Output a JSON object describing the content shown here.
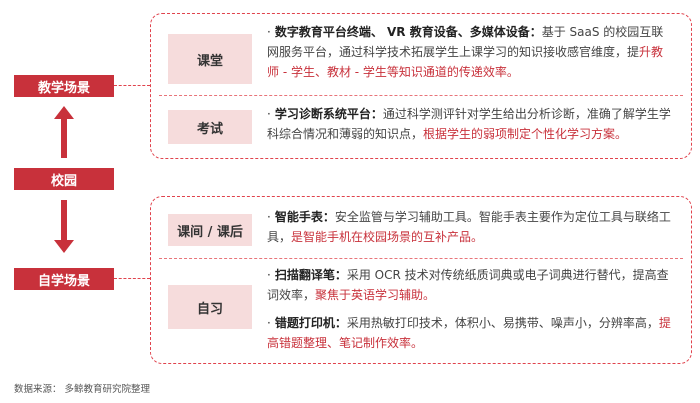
{
  "left_column": {
    "top_label": "教学场景",
    "middle_label": "校园",
    "bottom_label": "自学场景"
  },
  "top_panel": {
    "category_1": "课堂",
    "item_1": {
      "bullet": "·",
      "keyword": "数字教育平台终端、 VR 教育设备、多媒体设备：",
      "text": "基于 SaaS 的校园互联网服务平台，通过科学技术拓展学生上课学习的知识接收感官维度，提",
      "highlight": "升教师 - 学生、教材 - 学生等知识通道的传递效率。"
    },
    "category_2": "考试",
    "item_2": {
      "bullet": "·",
      "keyword": "学习诊断系统平台：",
      "text": "通过科学测评针对学生给出分析诊断，准确了解学生学科综合情况和薄弱的知识点，",
      "highlight": "根据学生的弱项制定个性化学习方案。"
    }
  },
  "bottom_panel": {
    "category_1": "课间 / 课后",
    "item_1": {
      "bullet": "·",
      "keyword": "智能手表：",
      "text": "安全监管与学习辅助工具。智能手表主要作为定位工具与联络工具，",
      "highlight": "是智能手机在校园场景的互补产品。"
    },
    "category_2": "自习",
    "item_2": {
      "bullet": "·",
      "keyword": "扫描翻译笔：",
      "text": "采用 OCR 技术对传统纸质词典或电子词典进行替代，提高查词效率，",
      "highlight": "聚焦于英语学习辅助。"
    },
    "item_3": {
      "bullet": "·",
      "keyword": "错题打印机：",
      "text": "采用热敏打印技术，体积小、易携带、噪声小，分辨率高，",
      "highlight": "提高错题整理、笔记制作效率。"
    }
  },
  "source": "数据来源： 多鲸教育研究院整理",
  "colors": {
    "accent_red": "#c8313b",
    "category_bg": "#f6dcdc",
    "dashed_border": "#e0434d"
  }
}
